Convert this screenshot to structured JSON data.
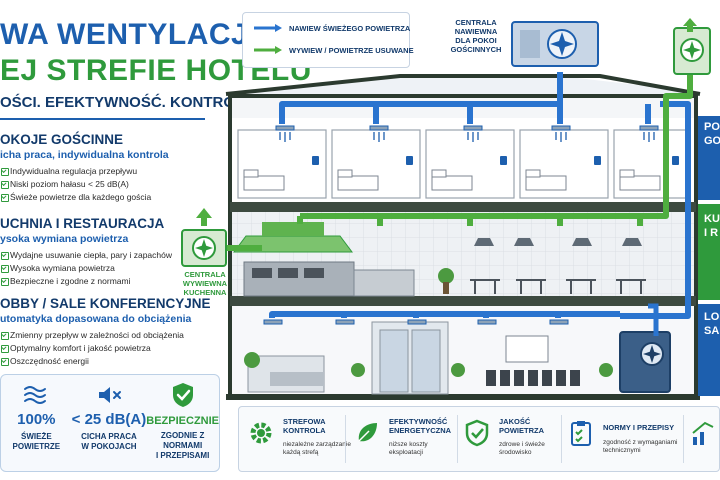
{
  "header": {
    "title_line1": "WA WENTYLACJA",
    "title_line2": "EJ STREFIE HOTELU",
    "subtitle": "OŚCI. EFEKTYWNOŚĆ. KONTROLA."
  },
  "sections": [
    {
      "title": "OKOJE GOŚCINNE",
      "subtitle": "icha praca, indywidualna kontrola",
      "items": [
        "Indywidualna regulacja przepływu",
        "Niski poziom hałasu < 25 dB(A)",
        "Świeże powietrze dla każdego gościa"
      ]
    },
    {
      "title": "UCHNIA I RESTAURACJA",
      "subtitle": "ysoka wymiana powietrza",
      "items": [
        "Wydajne usuwanie ciepła, pary i zapachów",
        "Wysoka wymiana powietrza",
        "Bezpieczne i zgodne z normami"
      ]
    },
    {
      "title": "OBBY / SALE KONFERENCYJNE",
      "subtitle": "utomatyka dopasowana do obciążenia",
      "items": [
        "Zmienny przepływ w zależności od obciążenia",
        "Optymalny komfort i jakość powietrza",
        "Oszczędność energii"
      ]
    }
  ],
  "stats": [
    {
      "value": "100%",
      "label_lines": [
        "ŚWIEŻE",
        "POWIETRZE"
      ],
      "icon": "air-waves-icon"
    },
    {
      "value": "< 25 dB(A)",
      "label_lines": [
        "CICHA PRACA",
        "W POKOJACH"
      ],
      "icon": "speaker-mute-icon"
    },
    {
      "value": "BEZPIECZNIE",
      "label_lines": [
        "ZGODNIE Z NORMAMI",
        "I PRZEPISAMI"
      ],
      "icon": "shield-check-icon"
    }
  ],
  "legend": {
    "supply": "NAWIEW ŚWIEŻEGO POWIETRZA",
    "exhaust": "WYWIEW / POWIETRZE USUWANE"
  },
  "units": {
    "rooms_unit": [
      "CENTRALA",
      "NAWIEWNA",
      "DLA POKOI",
      "GOŚCINNYCH"
    ],
    "kitchen_unit": [
      "CENTRALA",
      "WYWIEWNA",
      "KUCHENNA"
    ]
  },
  "right_panel": [
    {
      "lines": [
        "PO",
        "GO"
      ],
      "color": "#1d5fae"
    },
    {
      "lines": [
        "KU",
        "I R"
      ],
      "color": "#2f9a3c"
    },
    {
      "lines": [
        "LOB",
        "SAL"
      ],
      "color": "#1d5fae"
    }
  ],
  "features": [
    {
      "title_lines": [
        "STREFOWA",
        "KONTROLA"
      ],
      "desc_lines": [
        "niezależne zarządzanie",
        "każdą strefą"
      ],
      "icon": "gear-icon"
    },
    {
      "title_lines": [
        "EFEKTYWNOŚĆ",
        "ENERGETYCZNA"
      ],
      "desc_lines": [
        "niższe koszty",
        "eksploatacji"
      ],
      "icon": "leaf-plug-icon"
    },
    {
      "title_lines": [
        "JAKOŚĆ",
        "POWIETRZA"
      ],
      "desc_lines": [
        "zdrowe i świeże",
        "środowisko"
      ],
      "icon": "shield-check-icon"
    },
    {
      "title_lines": [
        "NORMY I PRZEPISY"
      ],
      "desc_lines": [
        "zgodność z wymaganiami",
        "technicznymi"
      ],
      "icon": "clipboard-check-icon"
    },
    {
      "title_lines": [
        ""
      ],
      "desc_lines": [
        ""
      ],
      "icon": "growth-chart-icon"
    }
  ],
  "colors": {
    "blue": "#1d5fae",
    "green": "#2f9a3c",
    "navy": "#123a6b"
  }
}
